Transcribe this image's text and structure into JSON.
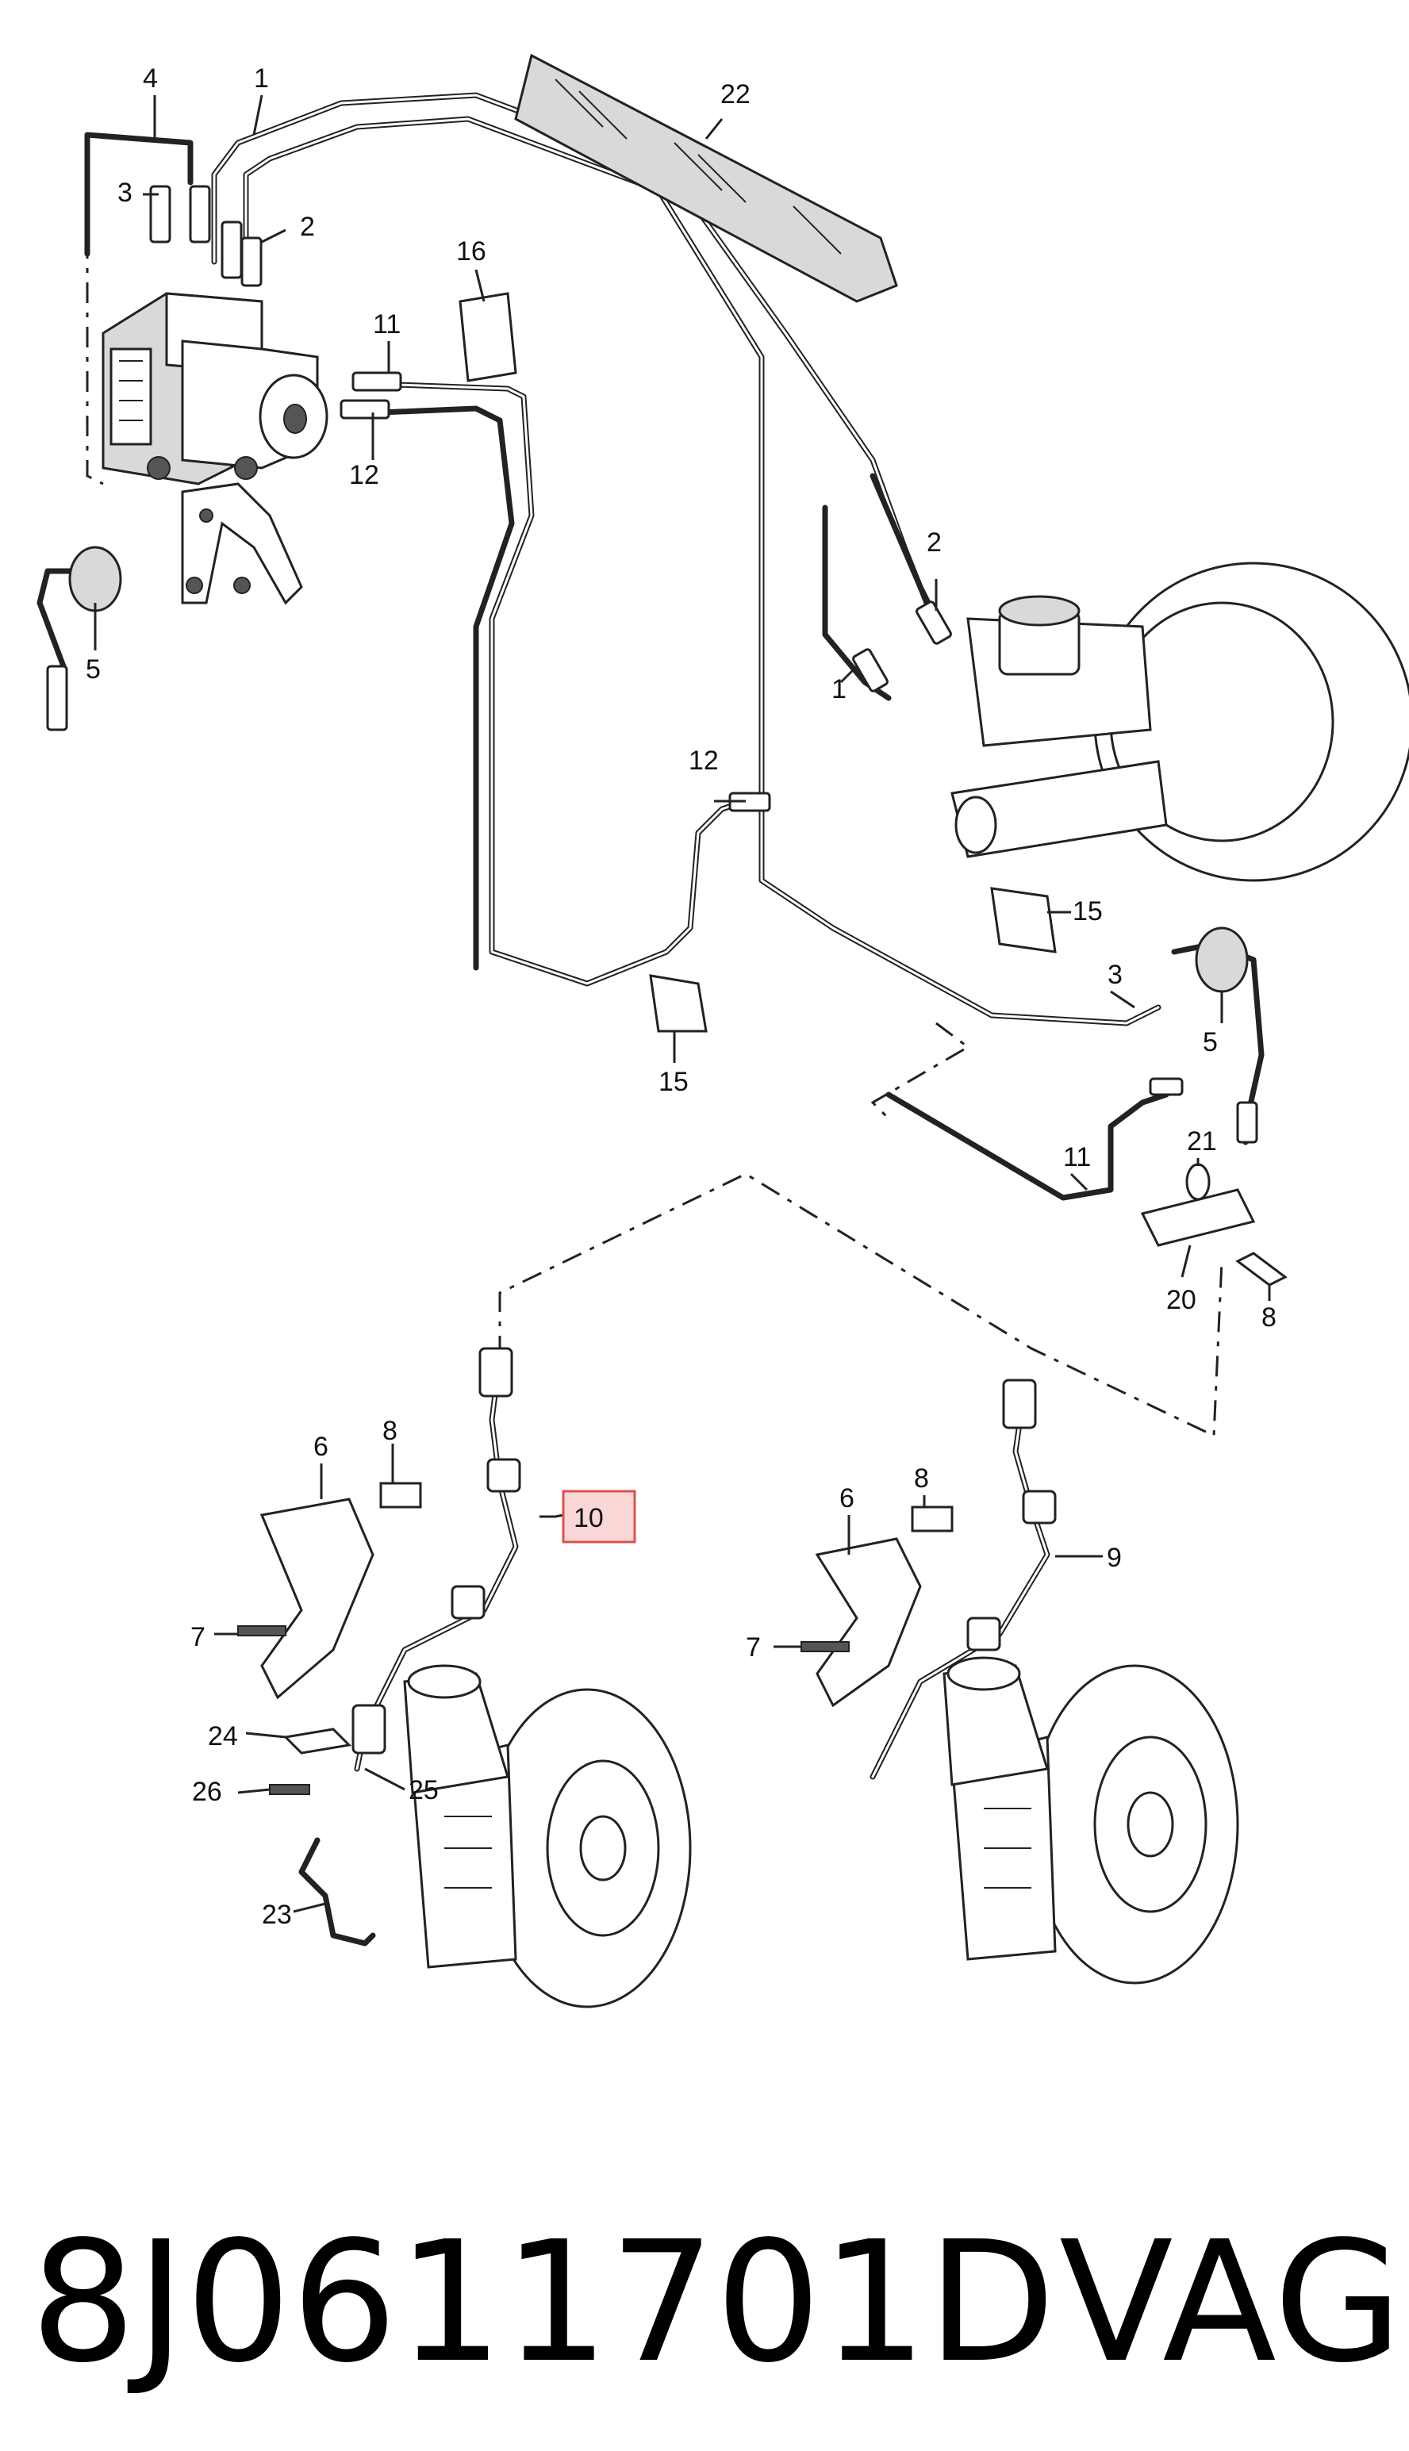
{
  "diagram": {
    "part_number": "8J0611701D",
    "brand": "VAG",
    "highlight_color": "#d9534f",
    "callouts": [
      {
        "id": "c1a",
        "text": "1"
      },
      {
        "id": "c1b",
        "text": "1"
      },
      {
        "id": "c2a",
        "text": "2"
      },
      {
        "id": "c2b",
        "text": "2"
      },
      {
        "id": "c3a",
        "text": "3"
      },
      {
        "id": "c3b",
        "text": "3"
      },
      {
        "id": "c4",
        "text": "4"
      },
      {
        "id": "c5a",
        "text": "5"
      },
      {
        "id": "c5b",
        "text": "5"
      },
      {
        "id": "c6a",
        "text": "6"
      },
      {
        "id": "c6b",
        "text": "6"
      },
      {
        "id": "c7a",
        "text": "7"
      },
      {
        "id": "c7b",
        "text": "7"
      },
      {
        "id": "c8a",
        "text": "8"
      },
      {
        "id": "c8b",
        "text": "8"
      },
      {
        "id": "c8c",
        "text": "8"
      },
      {
        "id": "c9",
        "text": "9"
      },
      {
        "id": "c10",
        "text": "10"
      },
      {
        "id": "c11a",
        "text": "11"
      },
      {
        "id": "c11b",
        "text": "11"
      },
      {
        "id": "c12a",
        "text": "12"
      },
      {
        "id": "c12b",
        "text": "12"
      },
      {
        "id": "c15a",
        "text": "15"
      },
      {
        "id": "c15b",
        "text": "15"
      },
      {
        "id": "c16",
        "text": "16"
      },
      {
        "id": "c20",
        "text": "20"
      },
      {
        "id": "c21",
        "text": "21"
      },
      {
        "id": "c22",
        "text": "22"
      },
      {
        "id": "c23",
        "text": "23"
      },
      {
        "id": "c24",
        "text": "24"
      },
      {
        "id": "c25",
        "text": "25"
      },
      {
        "id": "c26",
        "text": "26"
      }
    ]
  }
}
